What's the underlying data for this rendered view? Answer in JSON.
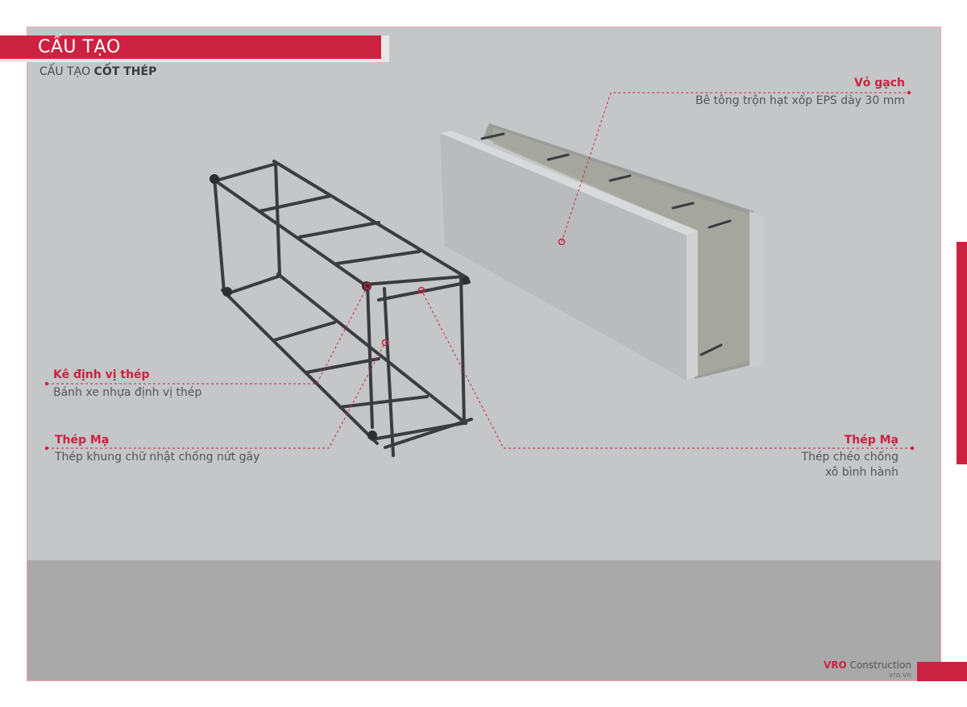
{
  "header": {
    "title": "CẤU TẠO",
    "subtitle_prefix": "CẤU TẠO ",
    "subtitle_bold": "CỐT THÉP"
  },
  "labels": {
    "shell": {
      "title": "Vỏ gạch",
      "desc": "Bê tông trộn hạt xốp EPS dày 30 mm"
    },
    "spacer": {
      "title": "Kê định vị thép",
      "desc": "Bánh xe nhựa định vị thép"
    },
    "mesh_left": {
      "title": "Thép Mạ",
      "desc": "Thép khung chữ nhật chống nứt gãy"
    },
    "mesh_right": {
      "title": "Thép Mạ",
      "desc_line1": "Thép chéo chống",
      "desc_line2": "xô bình hành"
    }
  },
  "footer": {
    "brand_bold": "VRO",
    "brand_rest": " Construction",
    "site": "vro.vn"
  },
  "colors": {
    "accent": "#cc2241",
    "panel": "#c4c6c8",
    "steel": "#3a3c40",
    "concrete": "#b9bbbd"
  }
}
